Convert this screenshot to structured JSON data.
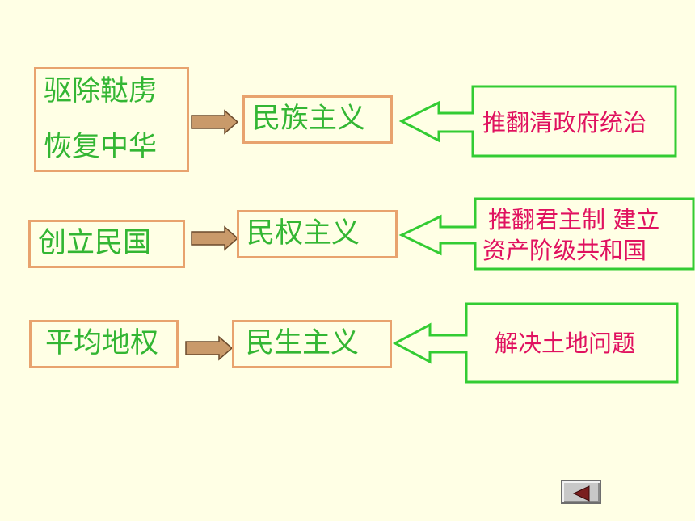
{
  "rows": [
    {
      "slogan_lines": [
        "驱除鞑虏",
        "恢复中华"
      ],
      "principle": "民族主义",
      "goal_lines": [
        "推翻清政府统治"
      ]
    },
    {
      "slogan_lines": [
        "创立民国"
      ],
      "principle": "民权主义",
      "goal_lines": [
        "推翻君主制  建立",
        "资产阶级共和国"
      ]
    },
    {
      "slogan_lines": [
        "平均地权"
      ],
      "principle": "民生主义",
      "goal_lines": [
        "解决土地问题"
      ]
    }
  ],
  "colors": {
    "background": "#FFFFE5",
    "box_border": "#E8A36E",
    "slogan_text": "#33B633",
    "goal_text": "#E0115F",
    "callout_border": "#33CC33",
    "arrow_fill": "#C99A6A"
  },
  "nav": {
    "back_icon": "triangle-left-icon"
  }
}
